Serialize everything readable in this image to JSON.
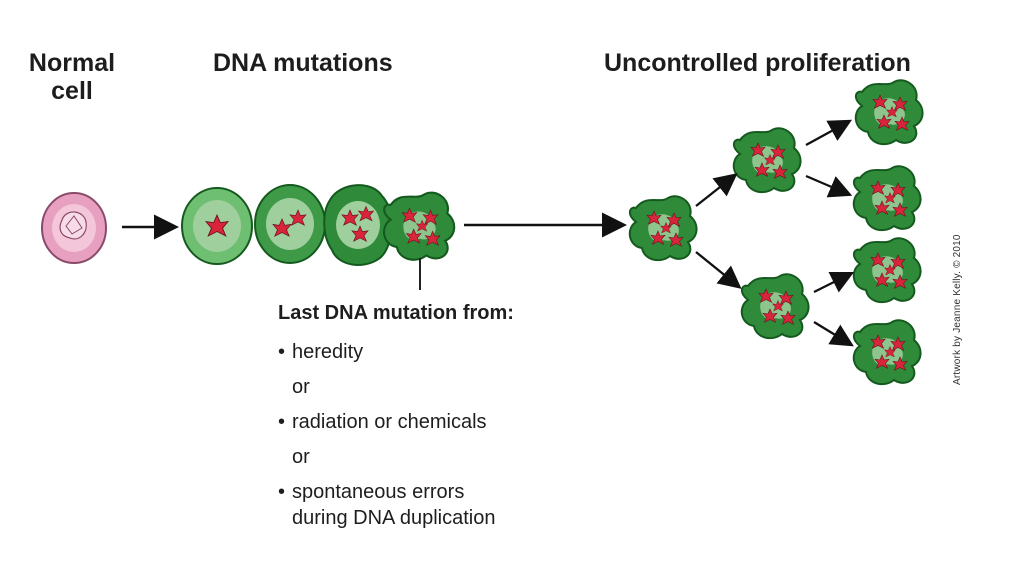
{
  "headings": {
    "normal_line1": "Normal",
    "normal_line2": "cell",
    "dna_mutations": "DNA mutations",
    "uncontrolled": "Uncontrolled proliferation"
  },
  "causes": {
    "title": "Last DNA mutation from:",
    "items": [
      {
        "bullet": "•",
        "text": "heredity"
      },
      {
        "or": "or"
      },
      {
        "bullet": "•",
        "text": "radiation or chemicals"
      },
      {
        "or": "or"
      },
      {
        "bullet": "•",
        "line1": "spontaneous errors",
        "line2": "during DNA duplication"
      }
    ]
  },
  "credit": "Artwork by Jeanne Kelly. © 2010",
  "colors": {
    "normal_cell_fill": "#e8a0c0",
    "normal_cell_stroke": "#8a4a6a",
    "mutated_cell_fill": "#2f8a3a",
    "mutated_cell_inner": "#9fcf9c",
    "nucleus_red": "#d8253a",
    "arrow": "#111111"
  }
}
